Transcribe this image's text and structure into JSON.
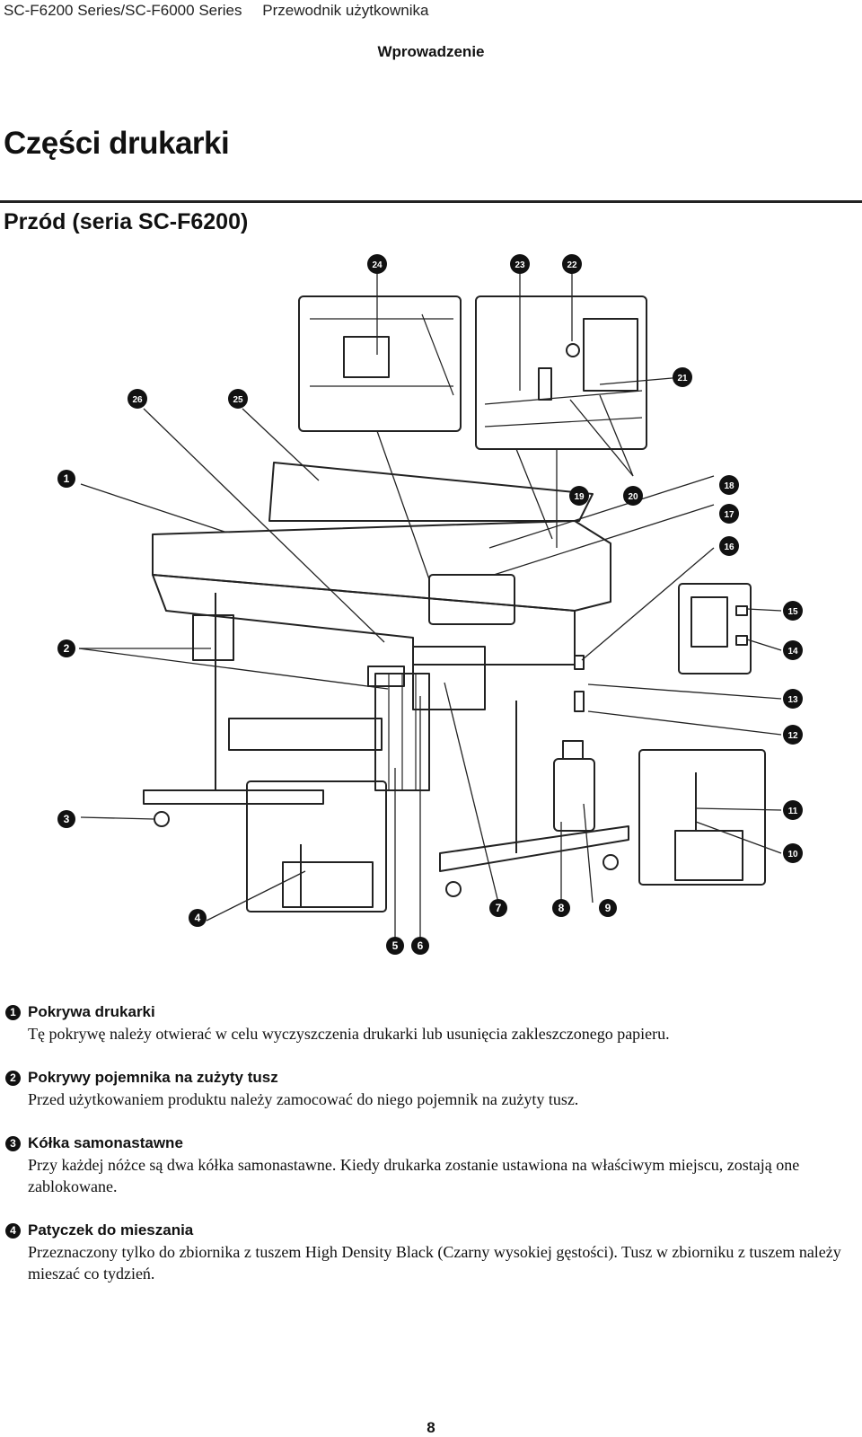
{
  "header": {
    "series": "SC-F6200 Series/SC-F6000 Series",
    "guide": "Przewodnik użytkownika"
  },
  "section": "Wprowadzenie",
  "title": "Części drukarki",
  "subtitle": "Przód (seria SC-F6200)",
  "callouts": [
    "1",
    "2",
    "3",
    "4",
    "5",
    "6",
    "7",
    "8",
    "9",
    "10",
    "11",
    "12",
    "13",
    "14",
    "15",
    "16",
    "17",
    "18",
    "19",
    "20",
    "21",
    "22",
    "23",
    "24",
    "25",
    "26"
  ],
  "items": [
    {
      "num": "1",
      "title": "Pokrywa drukarki",
      "desc": "Tę pokrywę należy otwierać w celu wyczyszczenia drukarki lub usunięcia zakleszczonego papieru."
    },
    {
      "num": "2",
      "title": "Pokrywy pojemnika na zużyty tusz",
      "desc": "Przed użytkowaniem produktu należy zamocować do niego pojemnik na zużyty tusz."
    },
    {
      "num": "3",
      "title": "Kółka samonastawne",
      "desc": "Przy każdej nóżce są dwa kółka samonastawne. Kiedy drukarka zostanie ustawiona na właściwym miejscu, zostają one zablokowane."
    },
    {
      "num": "4",
      "title": "Patyczek do mieszania",
      "desc": "Przeznaczony tylko do zbiornika z tuszem High Density Black (Czarny wysokiej gęstości). Tusz w zbiorniku z tuszem należy mieszać co tydzień."
    }
  ],
  "page_number": "8"
}
